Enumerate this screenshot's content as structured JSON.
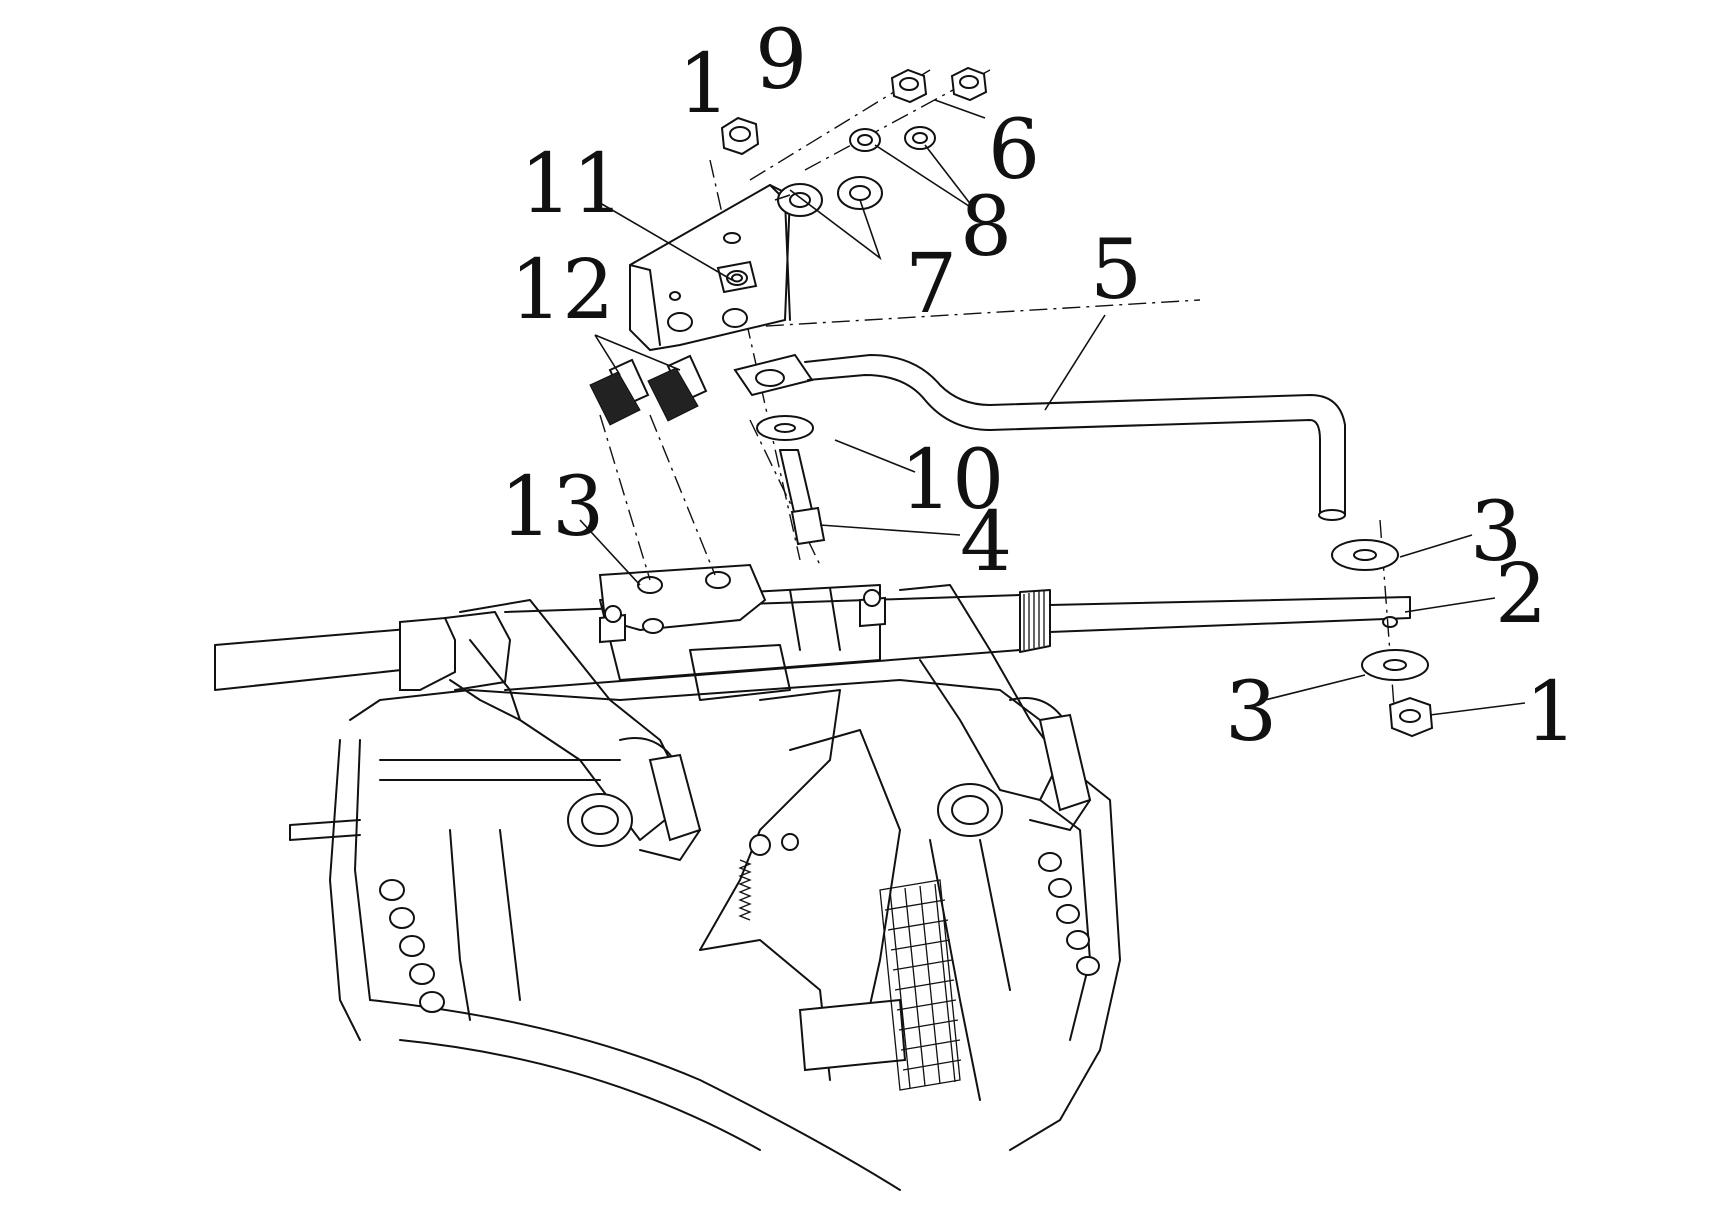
{
  "diagram": {
    "callouts": [
      {
        "id": "c1a",
        "text": "1"
      },
      {
        "id": "c9",
        "text": "9"
      },
      {
        "id": "c6",
        "text": "6"
      },
      {
        "id": "c11",
        "text": "11"
      },
      {
        "id": "c8",
        "text": "8"
      },
      {
        "id": "c7",
        "text": "7"
      },
      {
        "id": "c5",
        "text": "5"
      },
      {
        "id": "c12",
        "text": "12"
      },
      {
        "id": "c10",
        "text": "10"
      },
      {
        "id": "c13",
        "text": "13"
      },
      {
        "id": "c4",
        "text": "4"
      },
      {
        "id": "c3a",
        "text": "3"
      },
      {
        "id": "c2",
        "text": "2"
      },
      {
        "id": "c3b",
        "text": "3"
      },
      {
        "id": "c1b",
        "text": "1"
      }
    ]
  }
}
